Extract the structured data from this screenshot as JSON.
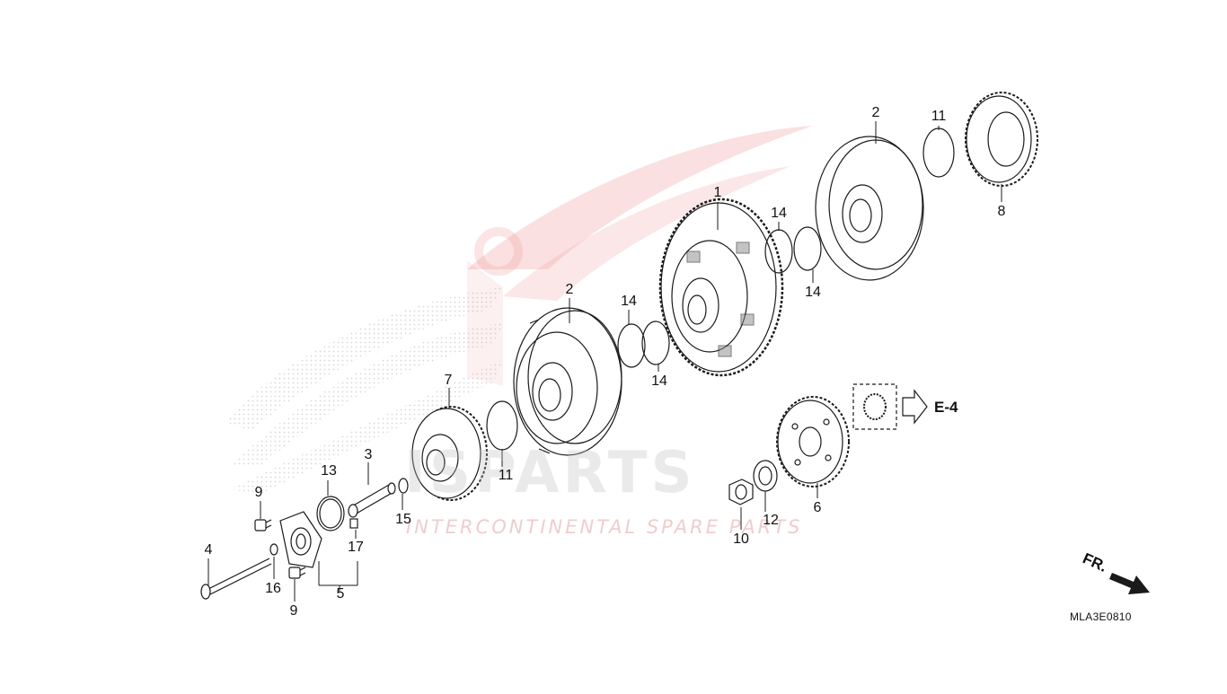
{
  "diagram": {
    "code": "MLA3E0810",
    "reference": "E-4",
    "front_marker": "FR."
  },
  "watermark": {
    "brand": "ISPARTS",
    "tagline": "INTERCONTINENTAL SPARE PARTS",
    "logo": "wing-logo"
  },
  "callouts": {
    "c1": "1",
    "c2a": "2",
    "c2b": "2",
    "c3": "3",
    "c4": "4",
    "c5": "5",
    "c6": "6",
    "c7": "7",
    "c8": "8",
    "c9a": "9",
    "c9b": "9",
    "c10": "10",
    "c11a": "11",
    "c11b": "11",
    "c12": "12",
    "c13": "13",
    "c14a": "14",
    "c14b": "14",
    "c14c": "14",
    "c14d": "14",
    "c15": "15",
    "c16": "16",
    "c17": "17"
  },
  "colors": {
    "line": "#1a1a1a",
    "watermark_red": "#e05050",
    "watermark_gray": "#bdbdbd"
  }
}
